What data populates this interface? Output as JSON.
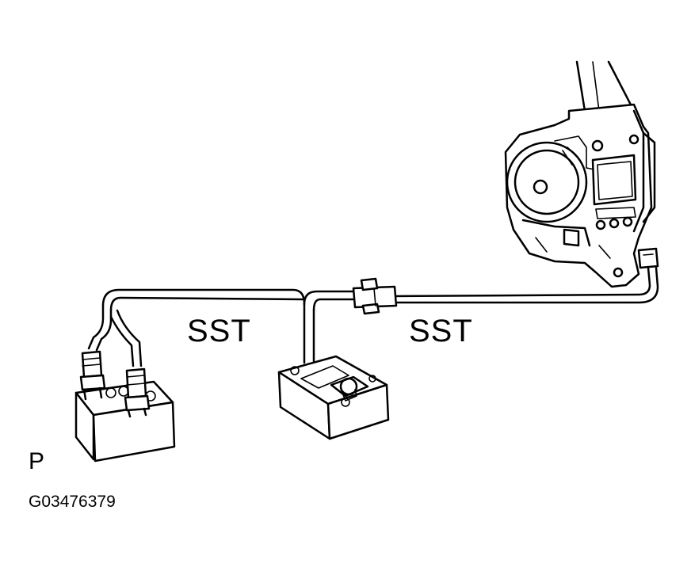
{
  "labels": {
    "sst_left": "SST",
    "sst_right": "SST",
    "view_letter": "P",
    "figure_code": "G03476379"
  }
}
